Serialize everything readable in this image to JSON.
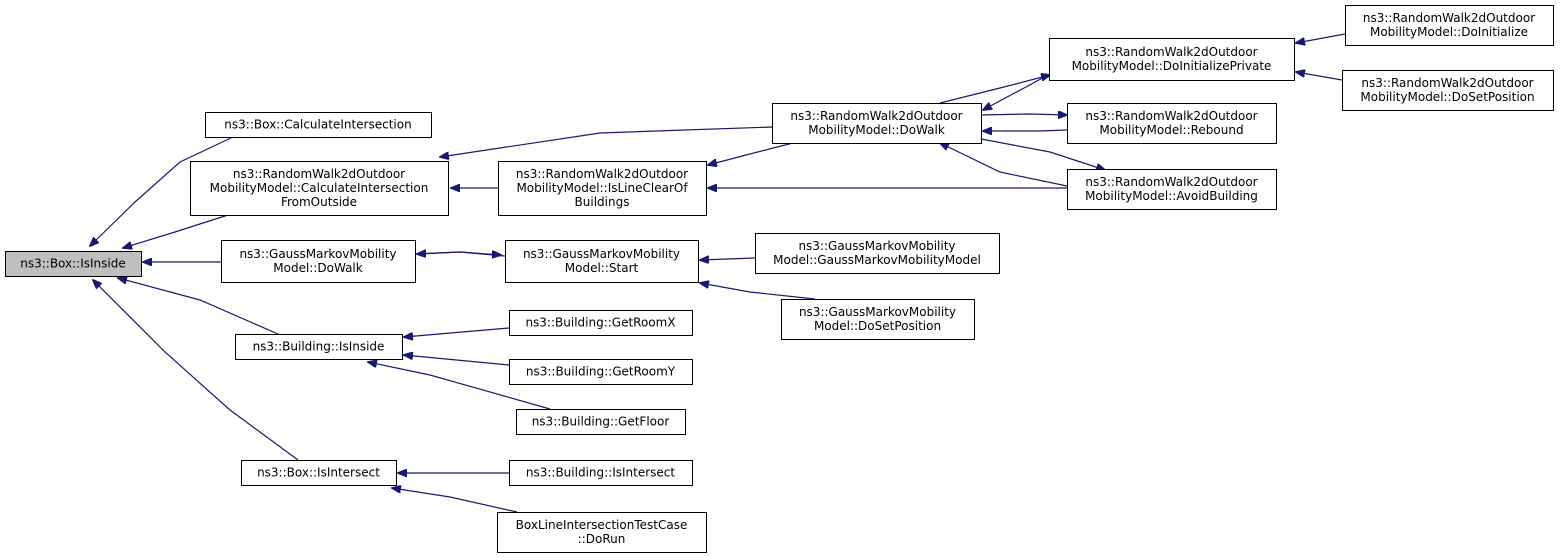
{
  "colors": {
    "edge": "#191970",
    "root_fill": "#bfbfbf",
    "node_fill": "#ffffff",
    "node_border": "#000000"
  },
  "nodes": {
    "box_isinside": {
      "lines": [
        "ns3::Box::IsInside"
      ]
    },
    "box_calcint": {
      "lines": [
        "ns3::Box::CalculateIntersection"
      ]
    },
    "rw_calcint": {
      "lines": [
        "ns3::RandomWalk2dOutdoor",
        "MobilityModel::CalculateIntersection",
        "FromOutside"
      ]
    },
    "gm_dowalk": {
      "lines": [
        "ns3::GaussMarkovMobility",
        "Model::DoWalk"
      ]
    },
    "bld_isinside": {
      "lines": [
        "ns3::Building::IsInside"
      ]
    },
    "box_isintersect": {
      "lines": [
        "ns3::Box::IsIntersect"
      ]
    },
    "rw_islineclear": {
      "lines": [
        "ns3::RandomWalk2dOutdoor",
        "MobilityModel::IsLineClearOf",
        "Buildings"
      ]
    },
    "gm_start": {
      "lines": [
        "ns3::GaussMarkovMobility",
        "Model::Start"
      ]
    },
    "bld_getroomx": {
      "lines": [
        "ns3::Building::GetRoomX"
      ]
    },
    "bld_getroomy": {
      "lines": [
        "ns3::Building::GetRoomY"
      ]
    },
    "bld_getfloor": {
      "lines": [
        "ns3::Building::GetFloor"
      ]
    },
    "bld_isintersect": {
      "lines": [
        "ns3::Building::IsIntersect"
      ]
    },
    "boxline_test": {
      "lines": [
        "BoxLineIntersectionTestCase",
        "::DoRun"
      ]
    },
    "rw_dowalk": {
      "lines": [
        "ns3::RandomWalk2dOutdoor",
        "MobilityModel::DoWalk"
      ]
    },
    "gm_ctor": {
      "lines": [
        "ns3::GaussMarkovMobility",
        "Model::GaussMarkovMobilityModel"
      ]
    },
    "gm_dosetpos": {
      "lines": [
        "ns3::GaussMarkovMobility",
        "Model::DoSetPosition"
      ]
    },
    "rw_doinitpriv": {
      "lines": [
        "ns3::RandomWalk2dOutdoor",
        "MobilityModel::DoInitializePrivate"
      ]
    },
    "rw_rebound": {
      "lines": [
        "ns3::RandomWalk2dOutdoor",
        "MobilityModel::Rebound"
      ]
    },
    "rw_avoidbld": {
      "lines": [
        "ns3::RandomWalk2dOutdoor",
        "MobilityModel::AvoidBuilding"
      ]
    },
    "rw_doinit": {
      "lines": [
        "ns3::RandomWalk2dOutdoor",
        "MobilityModel::DoInitialize"
      ]
    },
    "rw_dosetpos": {
      "lines": [
        "ns3::RandomWalk2dOutdoor",
        "MobilityModel::DoSetPosition"
      ]
    }
  },
  "edges": [
    {
      "from": "box_calcint",
      "to": "box_isinside"
    },
    {
      "from": "rw_calcint",
      "to": "box_isinside"
    },
    {
      "from": "gm_dowalk",
      "to": "box_isinside"
    },
    {
      "from": "bld_isinside",
      "to": "box_isinside"
    },
    {
      "from": "box_isintersect",
      "to": "box_isinside"
    },
    {
      "from": "rw_islineclear",
      "to": "rw_calcint"
    },
    {
      "from": "rw_dowalk",
      "to": "rw_calcint"
    },
    {
      "from": "gm_start",
      "to": "gm_dowalk"
    },
    {
      "from": "gm_dowalk",
      "to": "gm_start"
    },
    {
      "from": "bld_getroomx",
      "to": "bld_isinside"
    },
    {
      "from": "bld_getroomy",
      "to": "bld_isinside"
    },
    {
      "from": "bld_getfloor",
      "to": "bld_isinside"
    },
    {
      "from": "bld_isintersect",
      "to": "box_isintersect"
    },
    {
      "from": "boxline_test",
      "to": "box_isintersect"
    },
    {
      "from": "rw_dowalk",
      "to": "rw_islineclear"
    },
    {
      "from": "rw_avoidbld",
      "to": "rw_islineclear"
    },
    {
      "from": "gm_ctor",
      "to": "gm_start"
    },
    {
      "from": "gm_dosetpos",
      "to": "gm_start"
    },
    {
      "from": "rw_doinitpriv",
      "to": "rw_dowalk"
    },
    {
      "from": "rw_dowalk",
      "to": "rw_doinitpriv"
    },
    {
      "from": "rw_rebound",
      "to": "rw_dowalk"
    },
    {
      "from": "rw_dowalk",
      "to": "rw_rebound"
    },
    {
      "from": "rw_avoidbld",
      "to": "rw_dowalk"
    },
    {
      "from": "rw_dowalk",
      "to": "rw_avoidbld"
    },
    {
      "from": "rw_doinit",
      "to": "rw_doinitpriv"
    },
    {
      "from": "rw_dosetpos",
      "to": "rw_doinitpriv"
    }
  ]
}
